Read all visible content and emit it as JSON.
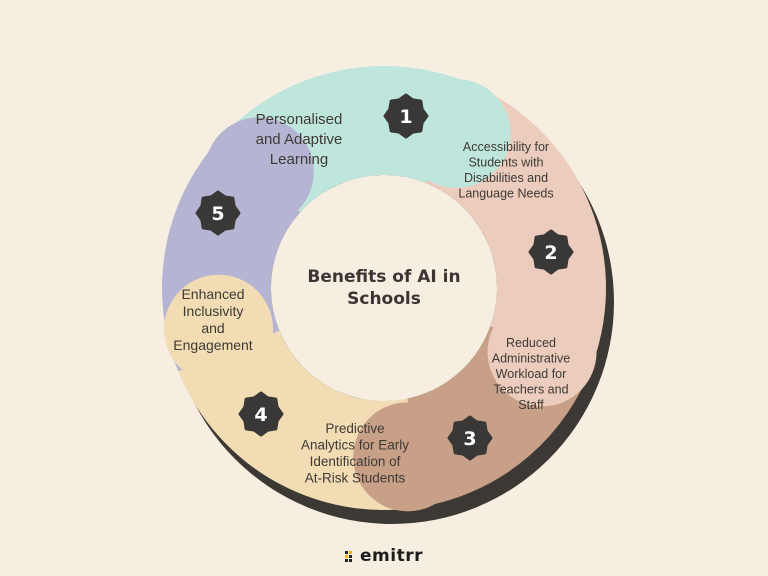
{
  "diagram": {
    "title": "Benefits of AI in Schools",
    "segments": [
      {
        "number": "1",
        "lines": [
          "Personalised",
          "and Adaptive",
          "Learning"
        ],
        "color": "#bfe6dc"
      },
      {
        "number": "2",
        "lines": [
          "Accessibility for",
          "Students with",
          "Disabilities and",
          "Language Needs"
        ],
        "color": "#ebccbd"
      },
      {
        "number": "3",
        "lines": [
          "Reduced",
          "Administrative",
          "Workload for",
          "Teachers and",
          "Staff"
        ],
        "color": "#c7a087"
      },
      {
        "number": "4",
        "lines": [
          "Predictive",
          "Analytics for Early",
          "Identification of",
          "At-Risk Students"
        ],
        "color": "#f1dcb4"
      },
      {
        "number": "5",
        "lines": [
          "Enhanced",
          "Inclusivity",
          "and",
          "Engagement"
        ],
        "color": "#b5b4d3"
      }
    ],
    "center_color": "#f6efe1",
    "badge_color": "#3a3837",
    "shadow_color": "#3c3935"
  },
  "brand": {
    "name": "emitrr"
  }
}
